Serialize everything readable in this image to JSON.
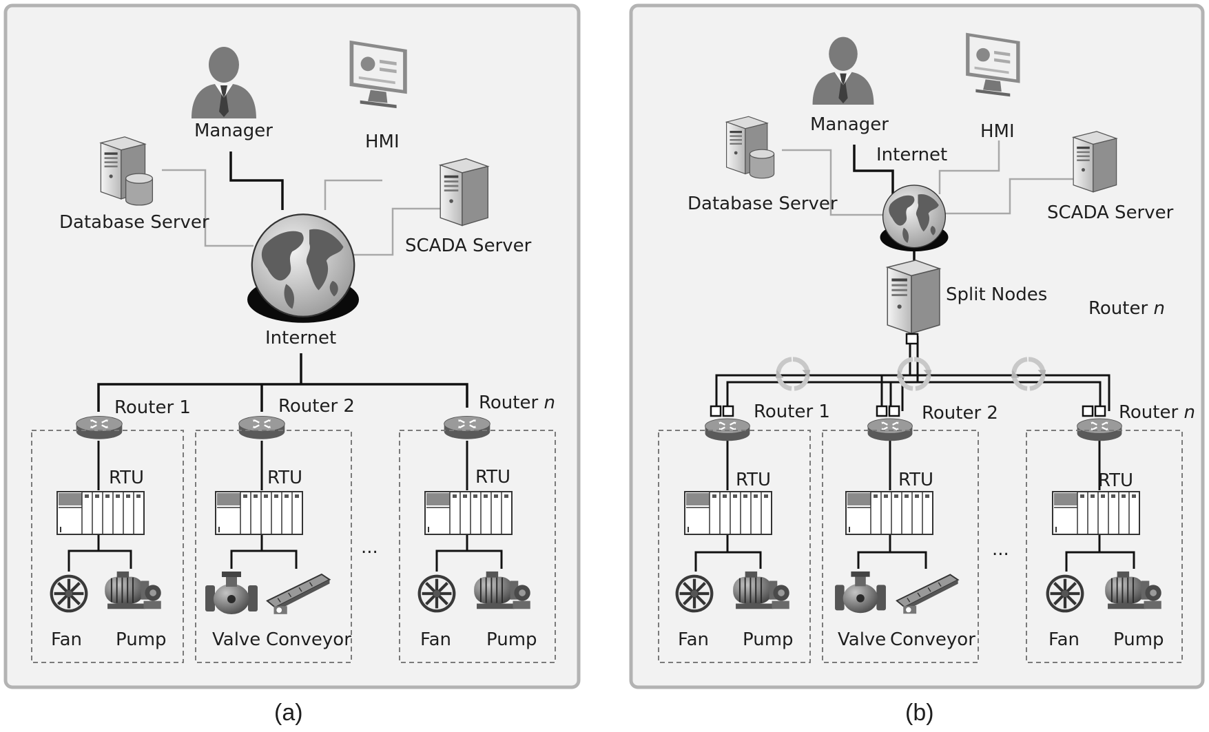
{
  "panel_a": {
    "caption": "(a)",
    "manager": "Manager",
    "hmi": "HMI",
    "database_server": "Database Server",
    "scada_server": "SCADA Server",
    "internet": "Internet",
    "router1": "Router 1",
    "router2": "Router 2",
    "routern_prefix": "Router",
    "routern_suffix": "n",
    "rtu": "RTU",
    "fan": "Fan",
    "pump": "Pump",
    "valve": "Valve",
    "conveyor": "Conveyor",
    "ellipsis": "..."
  },
  "panel_b": {
    "caption": "(b)",
    "manager": "Manager",
    "hmi": "HMI",
    "database_server": "Database Server",
    "scada_server": "SCADA Server",
    "internet": "Internet",
    "split_nodes": "Split Nodes",
    "router1": "Router 1",
    "router2": "Router 2",
    "routern_prefix": "Router",
    "routern_suffix": "n",
    "rtu": "RTU",
    "fan": "Fan",
    "pump": "Pump",
    "valve": "Valve",
    "conveyor": "Conveyor",
    "ellipsis": "..."
  },
  "colors": {
    "panel_border": "#b3b3b3",
    "panel_fill": "#f2f2f2",
    "line_dark": "#111111",
    "line_light": "#a8a8a8",
    "icon_gray": "#7a7a7a",
    "globe_dark": "#5e5e5e",
    "globe_light": "#bdbdbd"
  }
}
